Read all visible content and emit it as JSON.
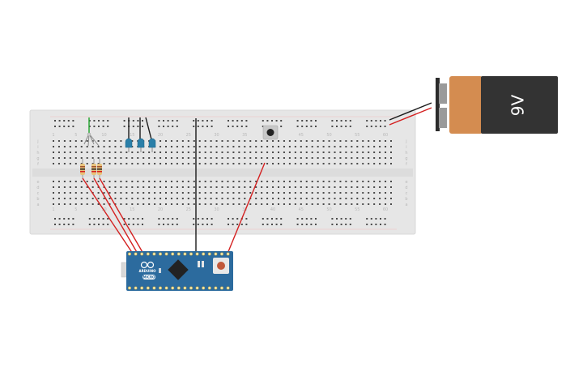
{
  "battery": {
    "label": "9V"
  },
  "breadboard": {
    "column_numbers": [
      "1",
      "5",
      "10",
      "15",
      "20",
      "25",
      "30",
      "35",
      "40",
      "45",
      "50",
      "55",
      "60"
    ],
    "row_letters_top": [
      "j",
      "i",
      "h",
      "g",
      "f"
    ],
    "row_letters_bottom": [
      "e",
      "d",
      "c",
      "b",
      "a"
    ]
  },
  "arduino": {
    "brand": "ARDUINO",
    "model": "MICRO"
  },
  "colors": {
    "wire_red": "#d42020",
    "wire_black": "#1a1a1a",
    "wire_green": "#1ea32a",
    "board_blue": "#2c6b9e",
    "led_blue": "#2a7fa8",
    "battery_orange": "#d48c50",
    "battery_dark": "#333333",
    "breadboard_bg": "#e6e6e6"
  }
}
